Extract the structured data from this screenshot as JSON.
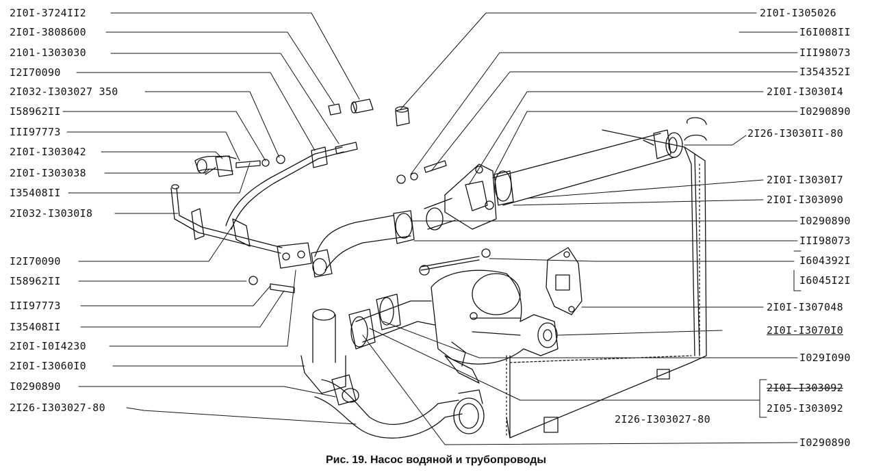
{
  "caption": "Рис. 19. Насос водяной и трубопроводы",
  "labels_left": [
    "2I0I-3724II2",
    "2I0I-3808600",
    "2101-1303030",
    "I2I70090",
    "2I032-I303027 350",
    "I58962II",
    "III97773",
    "2I0I-I303042",
    "2I0I-I303038",
    "I35408II",
    "2I032-I3030I8",
    "I2I70090",
    "I58962II",
    "III97773",
    "I35408II",
    "2I0I-I0I4230",
    "2I0I-I3060I0",
    "I0290890",
    "2I26-I303027-80"
  ],
  "labels_right": [
    "2I0I-I305026",
    "I6I008II",
    "III98073",
    "I354352I",
    "2I0I-I3030I4",
    "I0290890",
    "2I26-I3030II-80",
    "2I0I-I3030I7",
    "2I0I-I303090",
    "I0290890",
    "III98073",
    "I604392I",
    "I6045I2I",
    "2I0I-I307048",
    "2I0I-I3070I0",
    "I029I090",
    "2I0I-I303092",
    "2I05-I303092",
    "2I26-I303027-80",
    "I0290890"
  ]
}
